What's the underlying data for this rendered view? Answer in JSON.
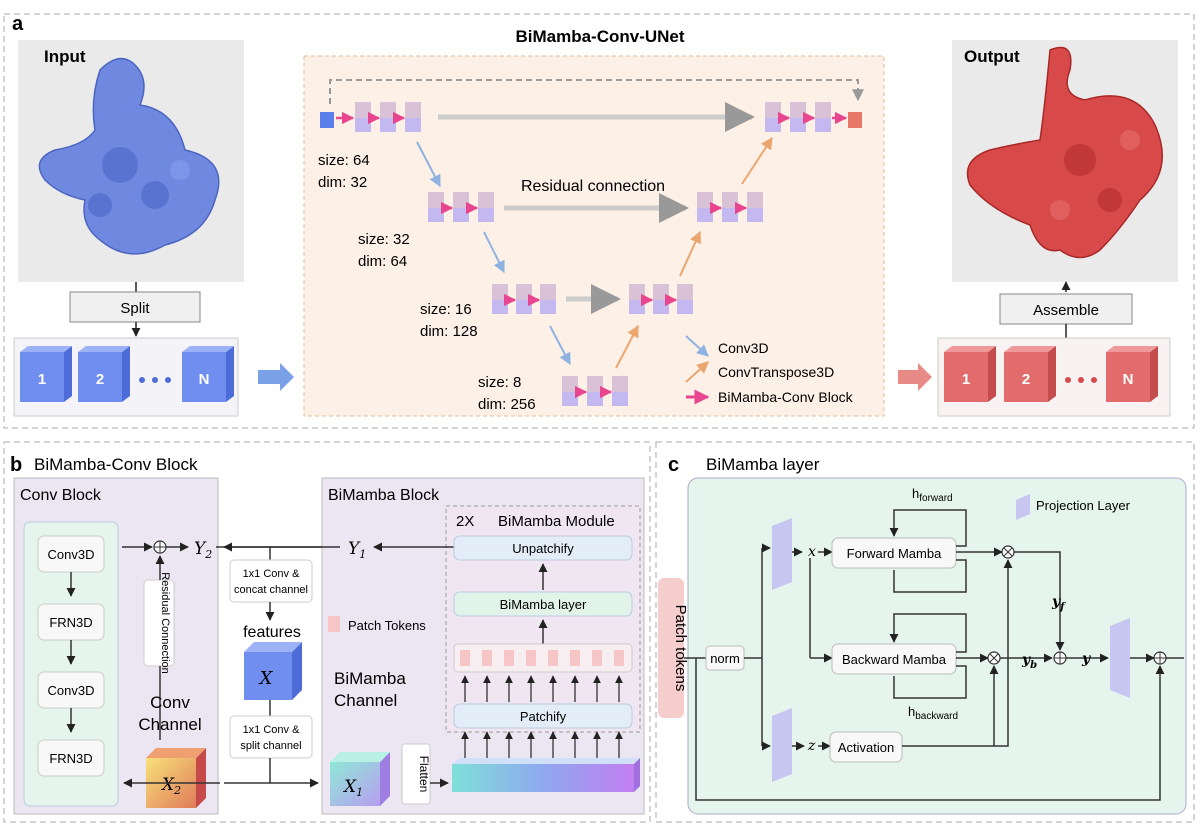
{
  "panel_a": {
    "letter": "a",
    "title": "BiMamba-Conv-UNet",
    "input_label": "Input",
    "output_label": "Output",
    "split_label": "Split",
    "assemble_label": "Assemble",
    "input_cubes": [
      "1",
      "2",
      "N"
    ],
    "output_cubes": [
      "1",
      "2",
      "N"
    ],
    "residual_label": "Residual connection",
    "levels": [
      {
        "size": "size: 64",
        "dim": "dim: 32"
      },
      {
        "size": "size: 32",
        "dim": "dim: 64"
      },
      {
        "size": "size: 16",
        "dim": "dim: 128"
      },
      {
        "size": "size: 8",
        "dim": "dim: 256"
      }
    ],
    "legend": {
      "conv3d": "Conv3D",
      "convtranspose": "ConvTranspose3D",
      "block": "BiMamba-Conv Block"
    }
  },
  "panel_b": {
    "letter": "b",
    "title": "BiMamba-Conv Block",
    "conv_block_title": "Conv Block",
    "conv_items": [
      "Conv3D",
      "FRN3D",
      "Conv3D",
      "FRN3D"
    ],
    "residual_label": "Residual Connection",
    "conv_channel_label": "Conv Channel",
    "y2": "Y",
    "y2_sub": "2",
    "y1": "Y",
    "y1_sub": "1",
    "concat_label": "1x1 Conv & concat channel",
    "features_label": "features",
    "x_label": "X",
    "split_label": "1x1 Conv & split channel",
    "x2": "X",
    "x2_sub": "2",
    "x1": "X",
    "x1_sub": "1",
    "bimamba_block_title": "BiMamba Block",
    "module_repeat": "2X",
    "module_title": "BiMamba Module",
    "unpatchify": "Unpatchify",
    "bimamba_layer": "BiMamba layer",
    "patch_tokens_legend": "Patch Tokens",
    "patchify": "Patchify",
    "bimamba_channel_label": "BiMamba Channel",
    "flatten": "Flatten"
  },
  "panel_c": {
    "letter": "c",
    "title": "BiMamba layer",
    "patch_tokens": "Patch tokens",
    "norm": "norm",
    "forward_mamba": "Forward Mamba",
    "backward_mamba": "Backward Mamba",
    "activation": "Activation",
    "h_forward": "h",
    "h_forward_sub": "forward",
    "h_backward": "h",
    "h_backward_sub": "backward",
    "projection_legend": "Projection Layer",
    "x": "x",
    "z": "z",
    "yf": "y",
    "yf_sub": "f",
    "yb": "y",
    "yb_sub": "b",
    "y": "y"
  },
  "colors": {
    "blue_cube": "#6f8ef0",
    "red_cube": "#e26b6b",
    "pink_arrow": "#e8458f",
    "blue_arrow": "#8fb3e0",
    "orange_arrow": "#eaa66e",
    "unet_bg": "#fdf0e6",
    "conv_bg": "#ebe6f1",
    "green_bg": "#e5f4ec"
  }
}
